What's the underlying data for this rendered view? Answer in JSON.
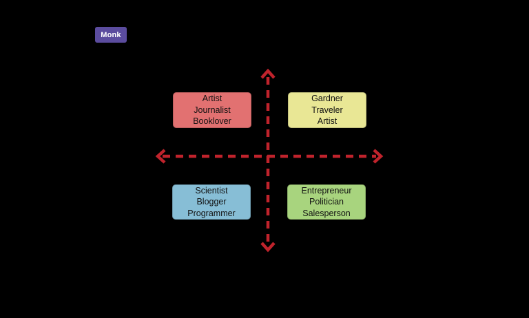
{
  "diagram": {
    "background_color": "#000000",
    "axes": {
      "style": "dashed",
      "color": "#c0232c"
    },
    "monk_badge": {
      "label": "Monk",
      "color": "#5b4c9e",
      "text_color": "#ffffff"
    },
    "quadrants": [
      {
        "position": "top-left",
        "color": "#e27171",
        "lines": [
          "Artist",
          "Journalist",
          "Booklover"
        ]
      },
      {
        "position": "top-right",
        "color": "#e9e795",
        "lines": [
          "Gardner",
          "Traveler",
          "Artist"
        ]
      },
      {
        "position": "bottom-left",
        "color": "#87bed6",
        "lines": [
          "Scientist",
          "Blogger",
          "Programmer"
        ]
      },
      {
        "position": "bottom-right",
        "color": "#a8d47e",
        "lines": [
          "Entrepreneur",
          "Politician",
          "Salesperson"
        ]
      }
    ]
  }
}
